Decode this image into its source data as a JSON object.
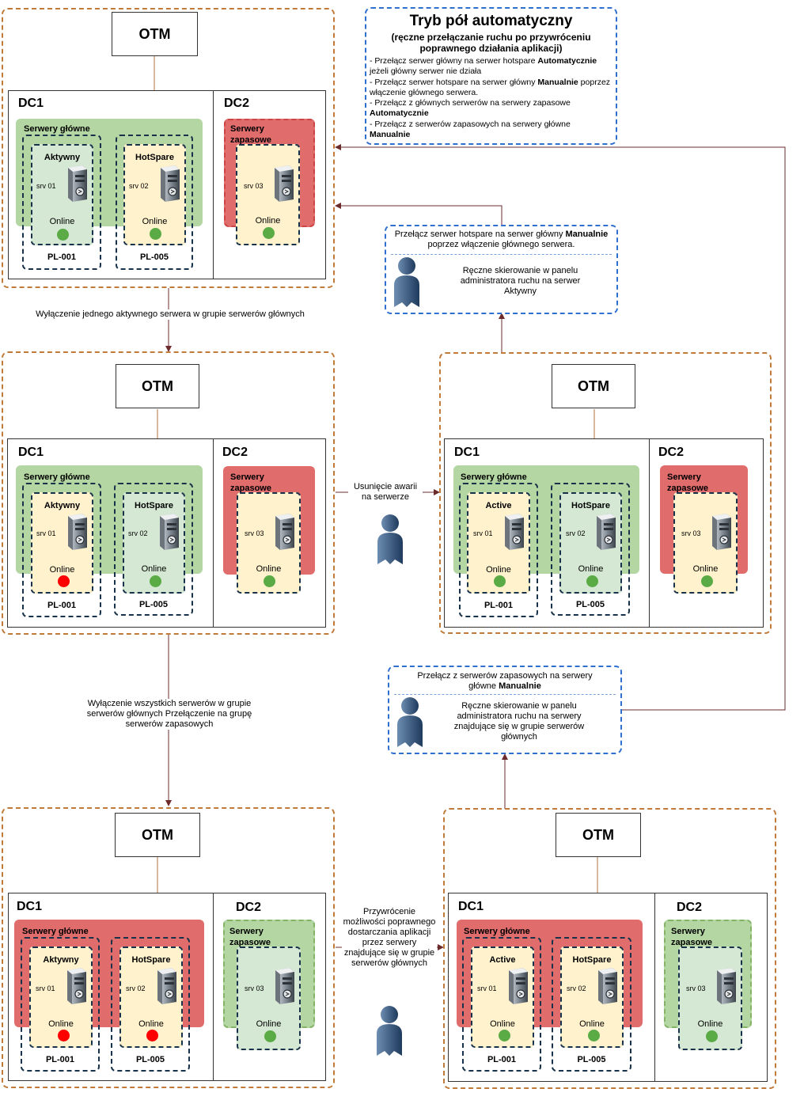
{
  "colors": {
    "orange_frame": "#c07a3a",
    "arrow": "#b5703c",
    "dark_arrow": "#6b2b2b",
    "blue_box": "#2f6fce",
    "green_group": "#b3d6a3",
    "red_group": "#e06c6c",
    "yellow_cell": "#fff2cc",
    "green_cell": "#d5e8d4",
    "online_dot": "#5aaa45",
    "offline_dot": "#ff0000"
  },
  "info_box": {
    "title": "Tryb pół automatyczny",
    "subtitle": "(ręczne przełączanie ruchu po przywróceniu poprawnego działania aplikacji)",
    "bullets": [
      {
        "pre": "- Przełącz serwer główny na serwer hotspare ",
        "bold": "Automatycznie",
        "post": " jeżeli główny serwer nie działa"
      },
      {
        "pre": "- Przełącz serwer hotspare na serwer główny ",
        "bold": "Manualnie",
        "post": " poprzez włączenie głównego serwera."
      },
      {
        "pre": "- Przełącz z głównych serwerów na serwery zapasowe ",
        "bold": "Automatycznie",
        "post": ""
      },
      {
        "pre": "- Przełącz z  serwerów zapasowych na serwery główne ",
        "bold": "Manualnie",
        "post": ""
      }
    ]
  },
  "labels": {
    "otm": "OTM",
    "dc1": "DC1",
    "dc2": "DC2",
    "group_main": "Serwery główne",
    "group_backup": "Serwery zapasowe",
    "active_pl": "Aktywny",
    "active_en": "Active",
    "hotspare": "HotSpare",
    "srv01": "srv 01",
    "srv02": "srv 02",
    "srv03": "srv 03",
    "online": "Online",
    "pl001": "PL-001",
    "pl005": "PL-005"
  },
  "notes": {
    "n1": "Wyłączenie jednego aktywnego serwera w grupie serwerów głównych",
    "n2": "Usunięcie awarii na serwerze",
    "n3": "Wyłączenie wszystkich serwerów w grupie serwerów głównych Przełączenie na grupę serwerów zapasowych",
    "n4": "Przywrócenie możliwości poprawnego dostarczania aplikacji przez serwery znajdujące się w grupie serwerów głównych"
  },
  "manual_box_1": {
    "top_pre": "Przełącz serwer hotspare na serwer główny ",
    "top_bold": "Manualnie",
    "top_post": " poprzez włączenie głównego serwera.",
    "bottom": "Ręczne skierowanie w panelu administratora ruchu na serwer Aktywny"
  },
  "manual_box_2": {
    "top_pre": "Przełącz z  serwerów zapasowych na serwery główne  ",
    "top_bold": "Manualnie",
    "bottom": "Ręczne skierowanie w panelu administratora ruchu na serwery znajdujące się w grupie serwerów głównych"
  }
}
